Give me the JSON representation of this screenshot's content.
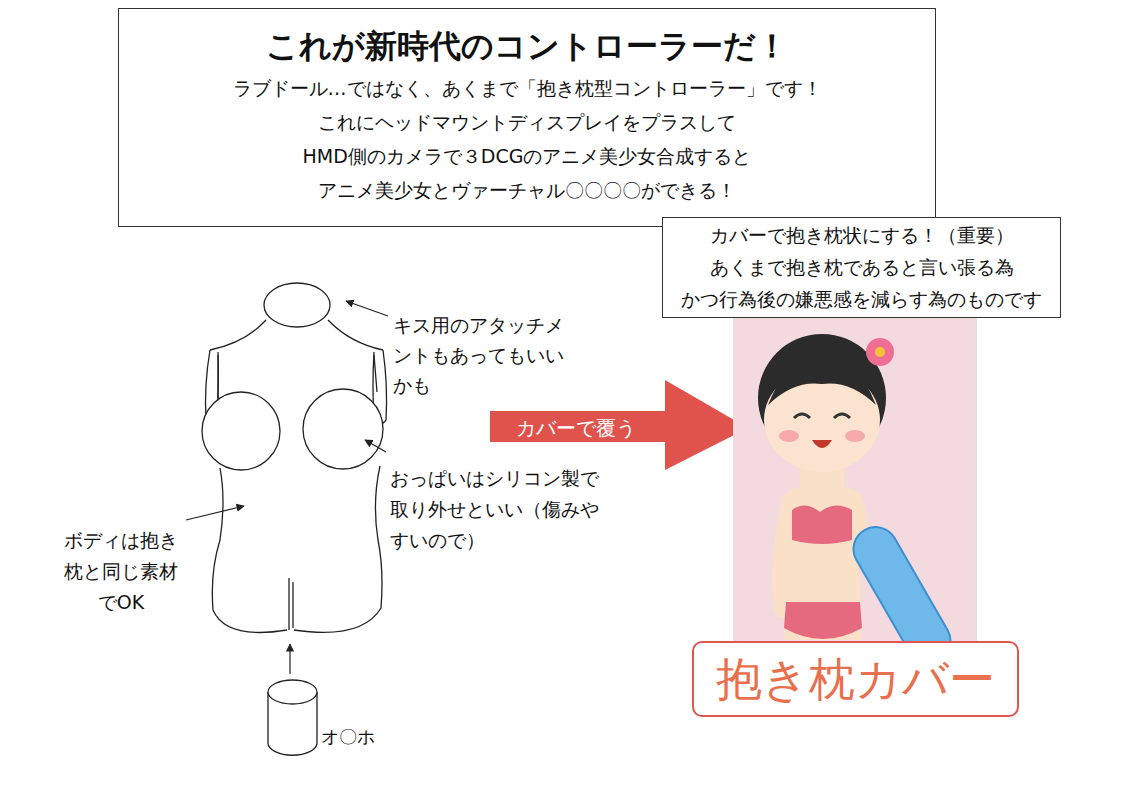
{
  "diagram": {
    "nodes": [
      {
        "text": [
          "これが新時代のコントローラーだ！",
          "ラブドール…ではなく、あくまで「抱き枕型コントローラー」です！ これにヘッドマウントディスプレイをプラスして HMD側のカメラで３DCGのアニメ美少女合成すると アニメ美少女とヴァーチャル〇〇〇〇ができる！"
        ]
      },
      {
        "text": [
          "カバーで抱き枕状にする！（重要） あくまで抱き枕であると言い張る為 かつ行為後の嫌悪感を減らす為のものです"
        ]
      },
      {
        "text": [
          "抱き枕カバー"
        ]
      }
    ],
    "labels": [
      "キス用のアタッチメントもあってもいいかも",
      "おっぱいはシリコン製で取り外せといい（傷みやすいので）",
      "ボディは抱き枕と同じ素材でOK",
      "オ〇ホ",
      "カバーで覆う"
    ]
  }
}
